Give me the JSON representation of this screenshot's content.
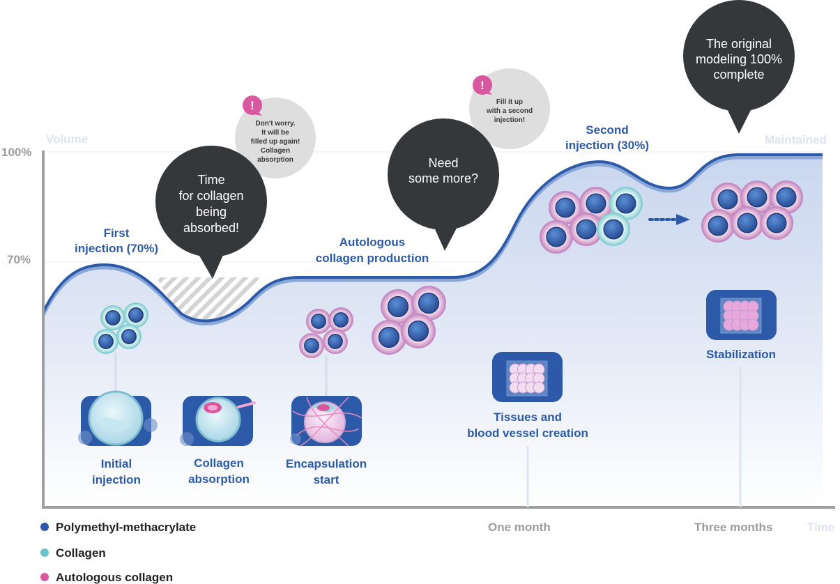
{
  "axes": {
    "y_title": "Volume",
    "y_ticks": [
      "100%",
      "70%"
    ],
    "x_title": "Time",
    "x_ticks": [
      "One month",
      "Three months"
    ],
    "end_label": "Maintained"
  },
  "curve_labels": {
    "first_injection": [
      "First",
      "injection (70%)"
    ],
    "autologous_production": [
      "Autologous",
      "collagen production"
    ],
    "second_injection": [
      "Second",
      "injection (30%)"
    ]
  },
  "speech_bubbles": {
    "absorbed": [
      "Time",
      "for collagen",
      "being",
      "absorbed!"
    ],
    "need_more": [
      "Need",
      "some more?"
    ],
    "complete": [
      "The original",
      "modeling 100%",
      "complete"
    ]
  },
  "notes": {
    "dont_worry": [
      "Don't worry.",
      "It will be",
      "filled up again!",
      "Collagen",
      "absorption"
    ],
    "fill_it_up": [
      "Fill it up",
      "with a second",
      "injection!"
    ],
    "alert_glyph": "!"
  },
  "stages": [
    {
      "label": [
        "Initial",
        "injection"
      ]
    },
    {
      "label": [
        "Collagen",
        "absorption"
      ]
    },
    {
      "label": [
        "Encapsulation",
        "start"
      ]
    },
    {
      "label": [
        "Tissues and",
        "blood vessel creation"
      ]
    },
    {
      "label": [
        "Stabilization"
      ]
    }
  ],
  "legend": [
    {
      "label": "Polymethyl-methacrylate",
      "color": "#2c5aa8"
    },
    {
      "label": "Collagen",
      "color": "#6cc3cc"
    },
    {
      "label": "Autologous collagen",
      "color": "#d9579e"
    }
  ],
  "colors": {
    "curve": "#2c5aa8",
    "curve_shadow": "#8aa7d8",
    "bubble_dark": "#35383b",
    "bubble_light": "#dedede",
    "alert_pink": "#d9579e",
    "box_blue": "#2c5aa8"
  }
}
